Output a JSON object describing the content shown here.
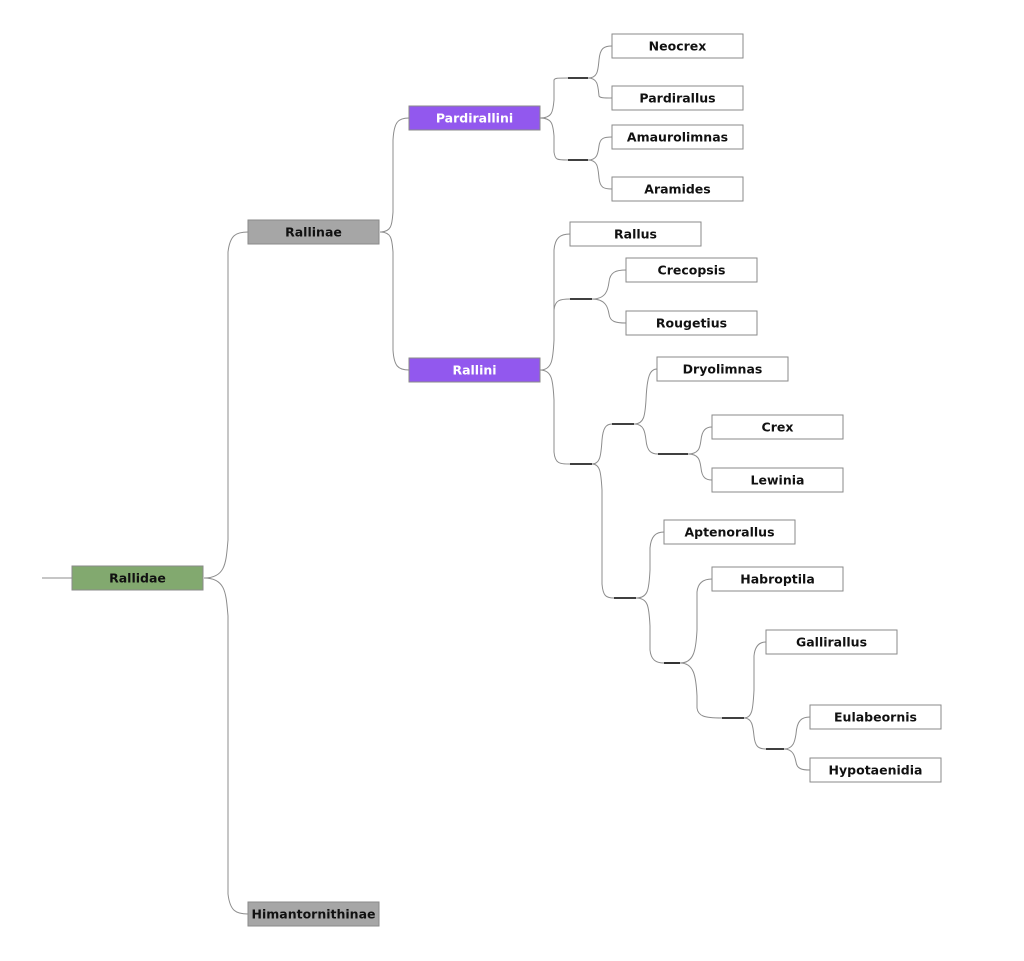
{
  "tree": {
    "root": {
      "label": "Rallidae",
      "color": "#82a96f",
      "children": [
        {
          "label": "Rallinae",
          "color": "#a6a6a6",
          "children": [
            {
              "label": "Pardirallini",
              "color": "#9258ee",
              "children": [
                {
                  "label": "Neocrex"
                },
                {
                  "label": "Pardirallus"
                },
                {
                  "label": "Amaurolimnas"
                },
                {
                  "label": "Aramides"
                }
              ]
            },
            {
              "label": "Rallini",
              "color": "#9258ee",
              "children": [
                {
                  "label": "Rallus"
                },
                {
                  "label": "Crecopsis"
                },
                {
                  "label": "Rougetius"
                },
                {
                  "label": "Dryolimnas"
                },
                {
                  "label": "Crex"
                },
                {
                  "label": "Lewinia"
                },
                {
                  "label": "Aptenorallus"
                },
                {
                  "label": "Habroptila"
                },
                {
                  "label": "Gallirallus"
                },
                {
                  "label": "Eulabeornis"
                },
                {
                  "label": "Hypotaenidia"
                }
              ]
            }
          ]
        },
        {
          "label": "Himantornithinae",
          "color": "#a6a6a6"
        }
      ]
    }
  }
}
